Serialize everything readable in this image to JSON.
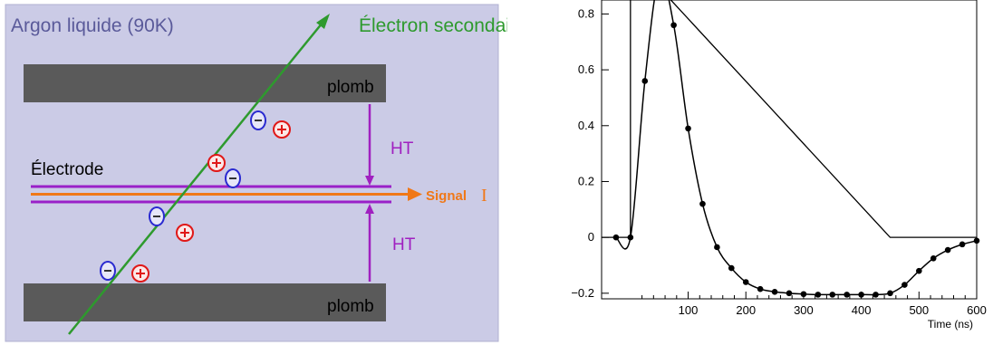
{
  "diagram": {
    "title": "Argon liquide (90K)",
    "electron_label": "Électron secondaire",
    "plate_label": "plomb",
    "hv_label": "HT",
    "electrode_label": "Électrode",
    "signal_label": "Signal",
    "signal_symbol": "I",
    "charges": [
      {
        "sign": "-"
      },
      {
        "sign": "+"
      },
      {
        "sign": "+"
      },
      {
        "sign": "-"
      },
      {
        "sign": "-"
      },
      {
        "sign": "+"
      },
      {
        "sign": "-"
      },
      {
        "sign": "+"
      }
    ],
    "colors": {
      "background": "#cbcbe6",
      "plate": "#5a5a5a",
      "electron_track": "#2e9a2e",
      "electrode": "#9a20c8",
      "signal": "#f07818",
      "hv": "#a020c0",
      "negative": "#2a2ad0",
      "positive": "#e01818",
      "title": "#5a5a9a"
    }
  },
  "chart_data": {
    "type": "line",
    "xlabel": "Time (ns)",
    "ylabel": "",
    "xlim": [
      -50,
      600
    ],
    "ylim": [
      -0.22,
      0.85
    ],
    "x_ticks": [
      "100",
      "200",
      "300",
      "400",
      "500",
      "600"
    ],
    "y_ticks": [
      "0.8",
      "0.6",
      "0.4",
      "0.2",
      "0",
      "−0.2"
    ],
    "series": [
      {
        "style": "triangle",
        "x": [
          -50,
          0,
          0,
          70,
          450,
          600
        ],
        "y": [
          0,
          0,
          1.0,
          0.85,
          0,
          0
        ]
      },
      {
        "style": "shaped-with-markers",
        "x": [
          -25,
          0,
          25,
          50,
          75,
          100,
          125,
          150,
          175,
          200,
          225,
          250,
          275,
          300,
          325,
          350,
          375,
          400,
          425,
          450,
          475,
          500,
          525,
          550,
          575,
          600
        ],
        "y": [
          0,
          0,
          0.56,
          0.93,
          0.76,
          0.39,
          0.12,
          -0.035,
          -0.11,
          -0.16,
          -0.185,
          -0.195,
          -0.2,
          -0.203,
          -0.205,
          -0.205,
          -0.205,
          -0.205,
          -0.205,
          -0.2,
          -0.17,
          -0.12,
          -0.075,
          -0.045,
          -0.025,
          -0.012
        ]
      }
    ]
  }
}
